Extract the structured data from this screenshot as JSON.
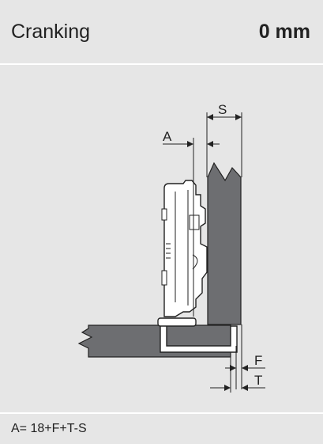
{
  "header": {
    "title": "Cranking",
    "value": "0 mm"
  },
  "diagram": {
    "labels": {
      "s": "S",
      "a": "A",
      "f": "F",
      "t": "T"
    }
  },
  "footer": {
    "formula": "A= 18+F+T-S"
  },
  "colors": {
    "panel_background": "#e6e6e6",
    "panel_fill": "#6d6e71",
    "hinge_fill": "#ffffff",
    "line": "#222222"
  }
}
